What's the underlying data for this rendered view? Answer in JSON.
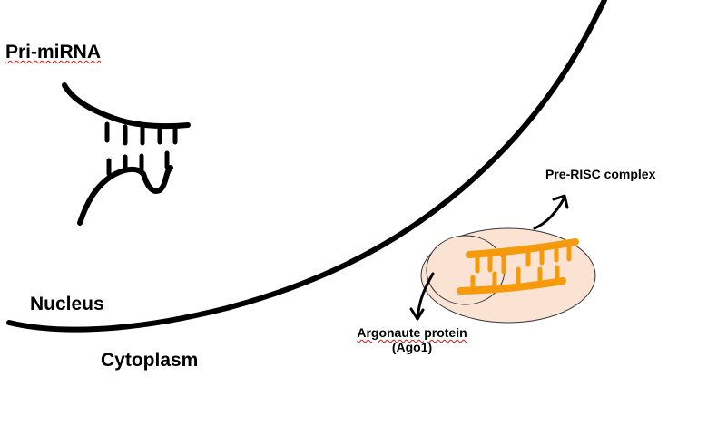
{
  "labels": {
    "pri_mirna": "Pri-miRNA",
    "nucleus": "Nucleus",
    "cytoplasm": "Cytoplasm",
    "pre_risc": "Pre-RISC complex",
    "argonaute": "Argonaute protein",
    "ago1": "(Ago1)"
  },
  "colors": {
    "ink": "#000000",
    "rna_orange": "#f59a0b",
    "complex_fill": "#fbe3d4",
    "outline": "#333333",
    "spellcheck_red": "#dd1111"
  }
}
